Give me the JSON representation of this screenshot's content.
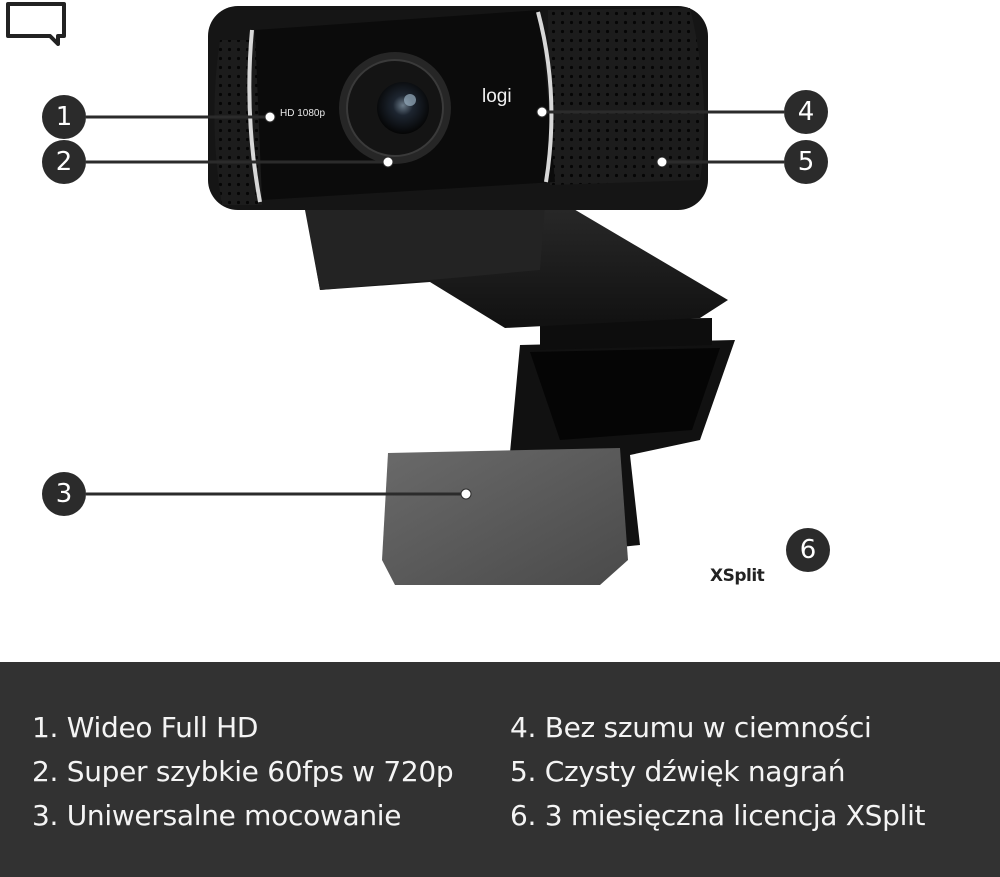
{
  "callouts": [
    "1",
    "2",
    "3",
    "4",
    "5",
    "6"
  ],
  "camera": {
    "hd_label": "HD 1080p",
    "brand": "logi"
  },
  "xsplit": {
    "logo_text": "XSplit"
  },
  "legend": {
    "left": [
      "1. Wideo Full HD",
      "2. Super szybkie 60fps w 720p",
      "3. Uniwersalne mocowanie"
    ],
    "right": [
      "4. Bez szumu w ciemności",
      "5. Czysty dźwięk nagrań",
      "6. 3 miesięczna licencja XSplit"
    ]
  },
  "colors": {
    "legend_background": "#323232",
    "badge": "#2b2b2b",
    "camera_body": "#1a1a1a",
    "legend_text": "#f4f4f4"
  }
}
